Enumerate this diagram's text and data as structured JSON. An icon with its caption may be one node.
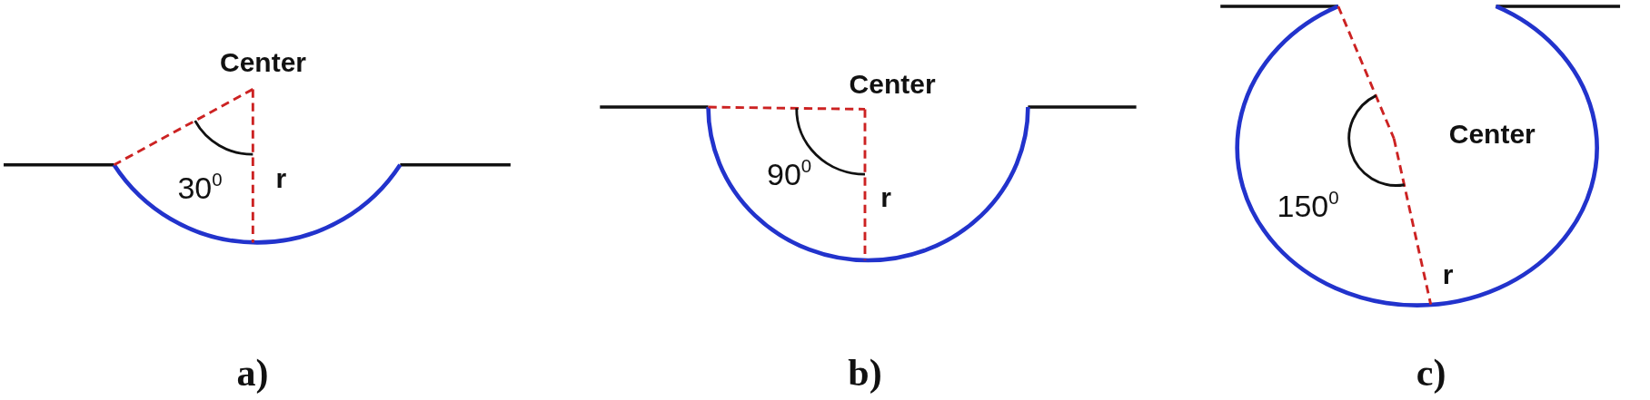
{
  "diagram": {
    "labels": [
      "Center",
      "30$^{0}$",
      "r",
      "a)",
      "Center",
      "90$^{0}$",
      "r",
      "b)",
      "Center",
      "150$^{0}$",
      "r",
      "c)"
    ]
  }
}
